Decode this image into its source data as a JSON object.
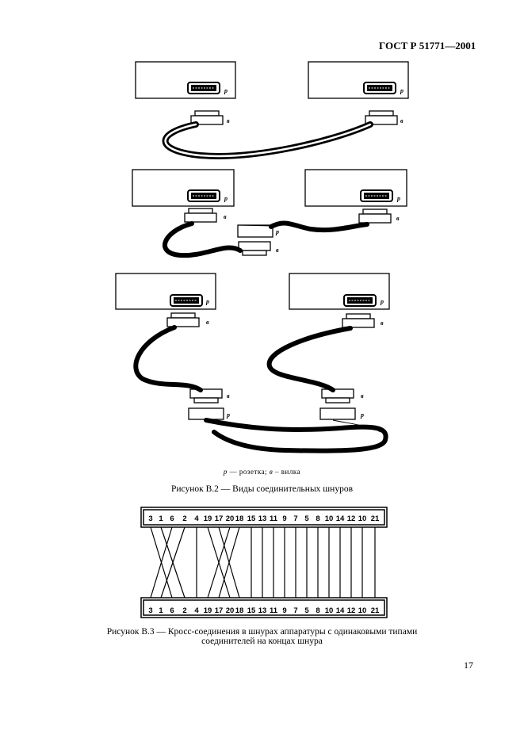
{
  "header": "ГОСТ Р 51771—2001",
  "labels": {
    "socket": "р",
    "plug": "в"
  },
  "legend": {
    "socket_letter": "р",
    "socket_text": " — розетка; ",
    "plug_letter": "в",
    "plug_text": " – вилка"
  },
  "figure_b2_caption": "Рисунок В.2 — Виды соединительных шнуров",
  "figure_b3_caption_line1": "Рисунок В.3 — Кросс-соединения в шнурах аппаратуры с одинаковыми типами",
  "figure_b3_caption_line2": "соединителей на концах шнура",
  "pins": [
    "3",
    "1",
    "6",
    "2",
    "4",
    "19",
    "17",
    "20",
    "18",
    "15",
    "13",
    "11",
    "9",
    "7",
    "5",
    "8",
    "10",
    "14",
    "12",
    "10",
    "21"
  ],
  "page_number": "17"
}
